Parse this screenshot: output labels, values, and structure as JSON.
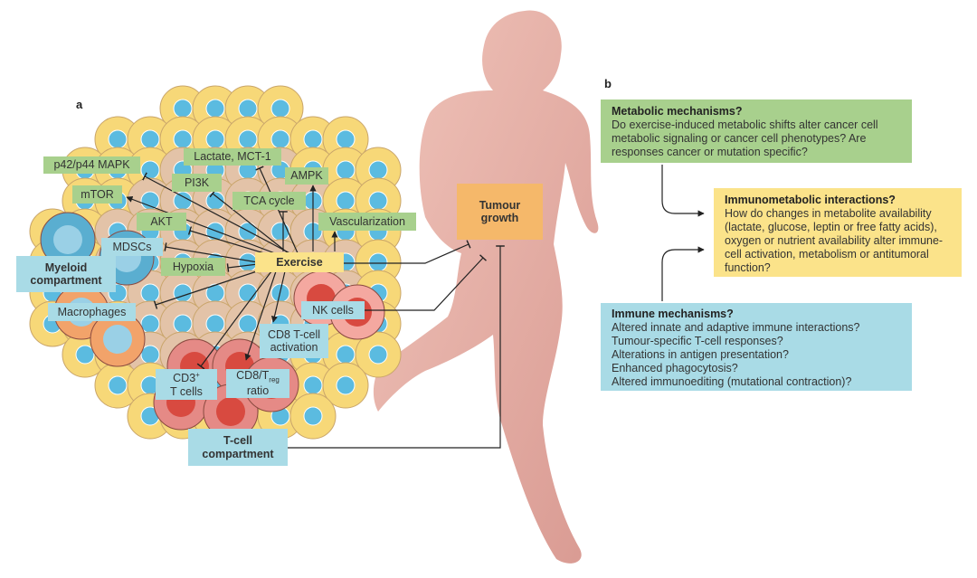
{
  "panel_a": {
    "letter": "a",
    "labels": {
      "mapk": "p42/p44 MAPK",
      "lactate": "Lactate, MCT-1",
      "pi3k": "PI3K",
      "mtor": "mTOR",
      "ampk": "AMPK",
      "tca": "TCA cycle",
      "akt": "AKT",
      "vasc": "Vascularization",
      "mdscs": "MDSCs",
      "hypoxia": "Hypoxia",
      "exercise": "Exercise",
      "myeloid": "Myeloid compartment",
      "macrophages": "Macrophages",
      "nk": "NK cells",
      "cd8act": "CD8 T-cell activation",
      "cd3_main": "CD3",
      "cd3_sup": "+",
      "cd3_rest": "T cells",
      "cd8treg_main": "CD8/T",
      "cd8treg_sub": "reg",
      "cd8treg_rest": "ratio",
      "tcell": "T-cell compartment",
      "tumour": "Tumour growth"
    }
  },
  "panel_b": {
    "letter": "b",
    "metabolic": {
      "title": "Metabolic mechanisms?",
      "body": "Do exercise-induced metabolic shifts alter cancer cell metabolic signaling or cancer cell phenotypes? Are responses cancer or mutation specific?"
    },
    "immunometabolic": {
      "title": "Immunometabolic interactions?",
      "body": "How do changes in metabolite availability (lactate, glucose, leptin or free fatty acids), oxygen or nutrient availability alter immune-cell activation, metabolism or antitumoral function?"
    },
    "immune": {
      "title": "Immune mechanisms?",
      "lines": [
        "Altered innate and adaptive immune interactions?",
        "Tumour-specific T-cell responses?",
        "Alterations in antigen presentation?",
        "Enhanced phagocytosis?",
        "Altered immunoediting (mutational contraction)?"
      ]
    }
  },
  "colors": {
    "green": "#a8d08d",
    "blue": "#a9dbe6",
    "yellow": "#fbe38a",
    "orange": "#f5b86a",
    "body": "#e8b2a8"
  }
}
